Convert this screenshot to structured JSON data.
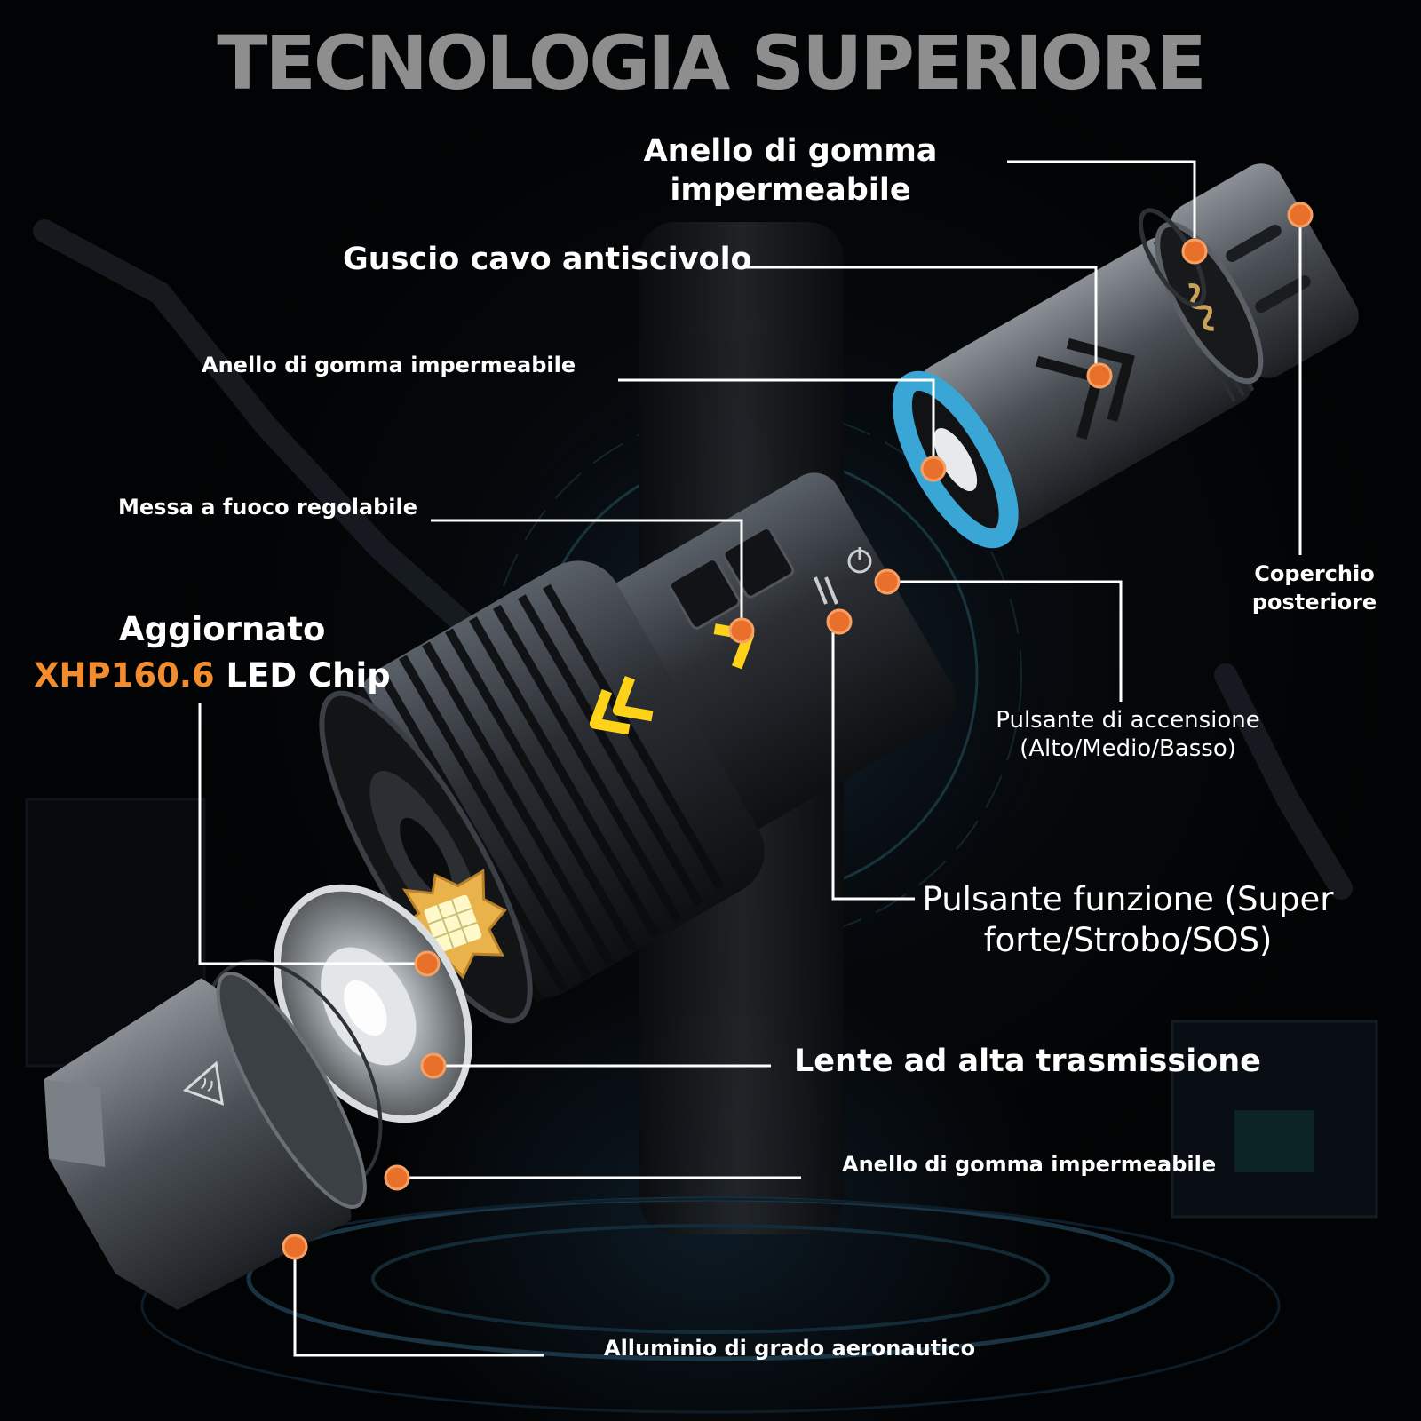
{
  "title": "TECNOLOGIA SUPERIORE",
  "colors": {
    "accent": "#f28c2c",
    "callout_dot": "#e8702a",
    "callout_line": "#ffffff",
    "title": "#8e8e8e",
    "seal_ring": "#3aa6d6",
    "background": "#030405"
  },
  "labels": {
    "top_ring": [
      "Anello di gomma",
      "impermeabile"
    ],
    "shell": "Guscio cavo antiscivolo",
    "mid_ring": "Anello di gomma impermeabile",
    "focus": "Messa a fuoco regolabile",
    "led_line1": "Aggiornato",
    "led_chip_model": "XHP160.6",
    "led_chip_suffix": " LED Chip",
    "tail_cap": [
      "Coperchio",
      "posteriore"
    ],
    "power_button": [
      "Pulsante di accensione",
      "(Alto/Medio/Basso)"
    ],
    "function_button": [
      "Pulsante funzione (Super",
      "forte/Strobo/SOS)"
    ],
    "lens": "Lente ad alta trasmissione",
    "bottom_ring": "Anello di gomma impermeabile",
    "aluminium": "Alluminio di grado aeronautico"
  },
  "icons": {
    "head_cap": "heat-warning-icon",
    "power": "power-icon",
    "mode": "mode-switch-icon",
    "focus": "focus-arrows-icon"
  }
}
